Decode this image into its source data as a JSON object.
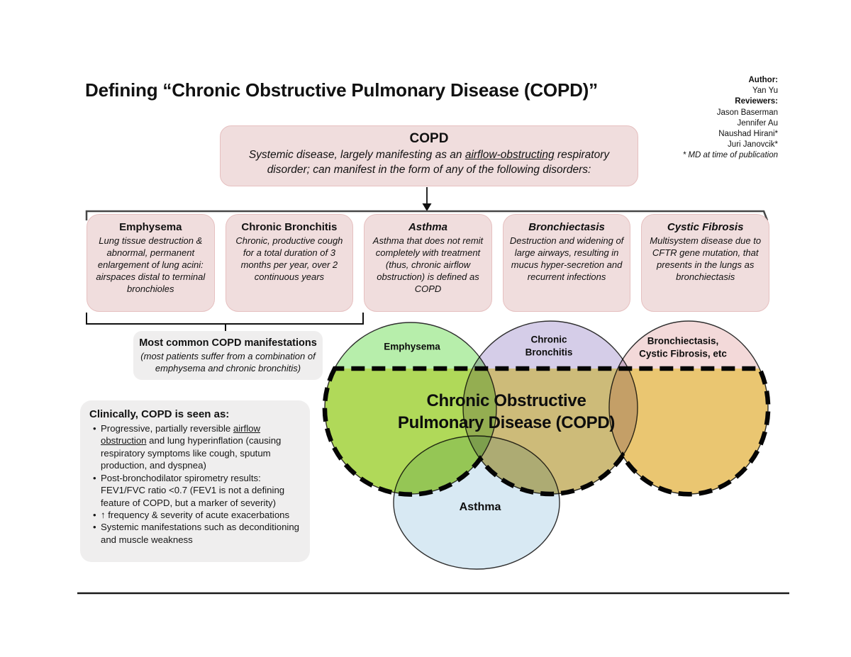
{
  "title": "Defining “Chronic Obstructive Pulmonary Disease (COPD)”",
  "credits": {
    "author_label": "Author:",
    "author": "Yan Yu",
    "reviewers_label": "Reviewers:",
    "reviewers": [
      "Jason Baserman",
      "Jennifer Au",
      "Naushad Hirani*",
      "Juri Janovcik*"
    ],
    "footnote": "* MD at time of publication"
  },
  "copd_box": {
    "title": "COPD",
    "body_pre": "Systemic disease, largely manifesting as an ",
    "body_underline": "airflow-obstructing",
    "body_post": " respiratory disorder; can manifest in the form of any of the following disorders:"
  },
  "disorders": [
    {
      "name": "Emphysema",
      "desc": "Lung tissue destruction & abnormal, permanent enlargement of lung acini: airspaces distal to terminal bronchioles"
    },
    {
      "name": "Chronic Bronchitis",
      "desc": "Chronic, productive cough for a total duration of 3 months per year, over 2 continuous years"
    },
    {
      "name": "Asthma",
      "desc": "Asthma that does not remit completely with treatment (thus, chronic airflow obstruction) is defined as COPD"
    },
    {
      "name": "Bronchiectasis",
      "desc": "Destruction and widening of large airways, resulting in mucus hyper-secretion and recurrent infections"
    },
    {
      "name": "Cystic Fibrosis",
      "desc": "Multisystem disease due to CFTR gene mutation, that presents in the lungs as bronchiectasis"
    }
  ],
  "most_common": {
    "title": "Most common COPD manifestations",
    "subtitle": "(most patients suffer from a combination of emphysema and chronic bronchitis)"
  },
  "clinical": {
    "title": "Clinically, COPD is seen as:",
    "bullets": [
      {
        "pre": "Progressive, partially reversible ",
        "u": "airflow obstruction",
        "post": " and lung hyperinflation (causing respiratory symptoms like cough, sputum production, and dyspnea)"
      },
      {
        "pre": "Post-bronchodilator spirometry results: FEV1/FVC ratio <0.7 (FEV1 is not a defining feature of COPD, but a marker of severity)",
        "u": "",
        "post": ""
      },
      {
        "pre": "↑ frequency & severity of acute exacerbations",
        "u": "",
        "post": ""
      },
      {
        "pre": "Systemic manifestations such as deconditioning and muscle weakness",
        "u": "",
        "post": ""
      }
    ]
  },
  "venn": {
    "labels": {
      "emphysema": "Emphysema",
      "cb_line1": "Chronic",
      "cb_line2": "Bronchitis",
      "be_line1": "Bronchiectasis,",
      "be_line2": "Cystic Fibrosis, etc",
      "asthma": "Asthma",
      "copd_line1": "Chronic Obstructive",
      "copd_line2": "Pulmonary Disease (COPD)"
    },
    "colors": {
      "emphysema": "#b7eeab",
      "chronic_bronchitis": "#d5cde8",
      "bronchiectasis": "#f3d9d9",
      "asthma": "#d8e9f3",
      "copd_overlay": "#f1dc3a",
      "box_pink": "#f0dddd",
      "box_gray": "#efeeee"
    }
  }
}
